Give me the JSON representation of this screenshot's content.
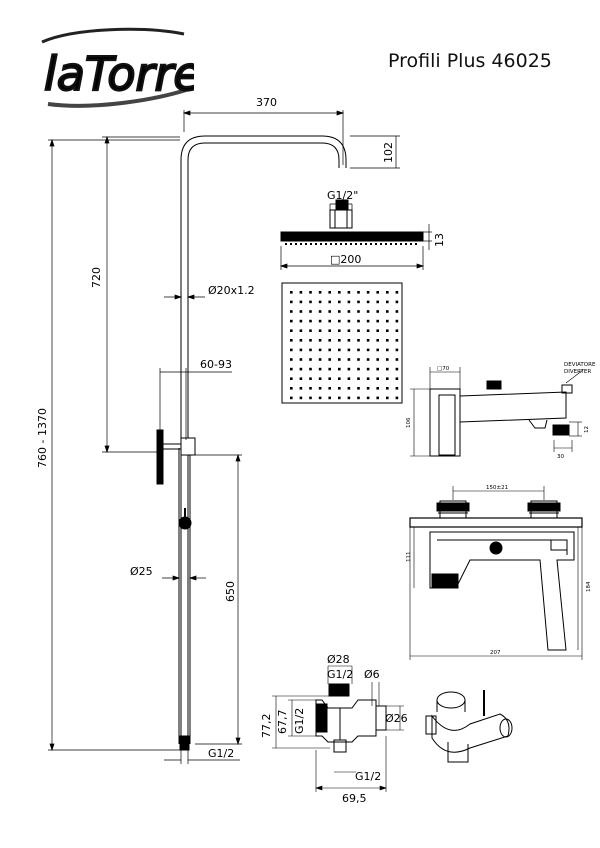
{
  "header": {
    "brand": "laTorre",
    "product": "Profili Plus 46025"
  },
  "column_dims": {
    "width": "370",
    "drop": "102",
    "connection": "G1/2\"",
    "head_thickness": "13",
    "head_size": "□200",
    "pipe_diameter": "Ø20x1.2",
    "column_height": "720",
    "total_height": "760 - 1370",
    "adjust_range": "60-93",
    "lower_pipe": "Ø25",
    "lower_length": "650",
    "inlet": "G1/2"
  },
  "mixer_dims": {
    "top_label": "□70",
    "height": "106",
    "diverter_line1": "DEVIATORE",
    "diverter_line2": "DIVERTER",
    "spout_height": "12",
    "spout_depth": "30",
    "centres": "150±21",
    "body_height": "111",
    "total_height": "184",
    "total_width": "207"
  },
  "diverter_dims": {
    "diameter_top": "Ø28",
    "thread_top": "G1/2",
    "pin": "Ø6",
    "height_outer": "77,2",
    "height_inner": "67,7",
    "thread_side": "G1/2",
    "body_diameter": "Ø26",
    "thread_bottom": "G1/2",
    "width": "69,5"
  }
}
